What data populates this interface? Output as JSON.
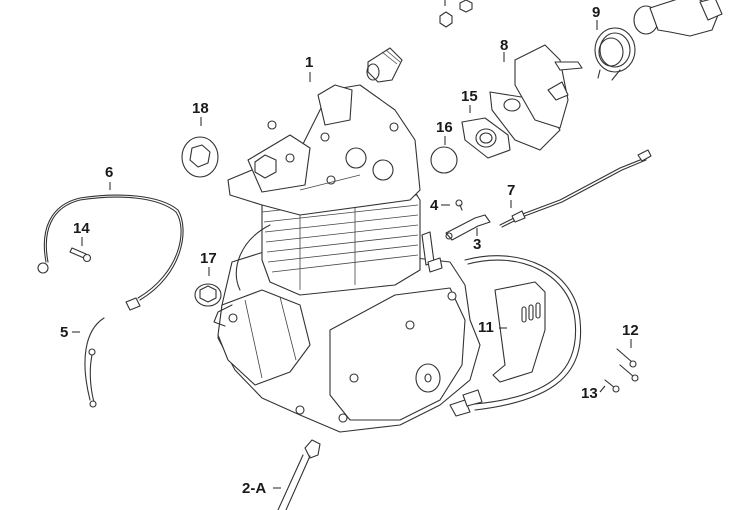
{
  "diagram": {
    "title": "Engine exploded parts diagram",
    "callouts": [
      {
        "id": "1",
        "label": "1",
        "part": "engine-assembly"
      },
      {
        "id": "2A",
        "label": "2-A",
        "part": "kick-start-lever"
      },
      {
        "id": "3",
        "label": "3",
        "part": "bracket"
      },
      {
        "id": "4",
        "label": "4",
        "part": "bolt"
      },
      {
        "id": "5",
        "label": "5",
        "part": "ground-wire"
      },
      {
        "id": "6",
        "label": "6",
        "part": "battery-cable"
      },
      {
        "id": "7",
        "label": "7",
        "part": "clutch-cable"
      },
      {
        "id": "8",
        "label": "8",
        "part": "carburetor"
      },
      {
        "id": "9",
        "label": "9",
        "part": "intake-boot"
      },
      {
        "id": "11",
        "label": "11",
        "part": "sprocket-cover"
      },
      {
        "id": "12",
        "label": "12",
        "part": "bolt"
      },
      {
        "id": "13",
        "label": "13",
        "part": "bolt"
      },
      {
        "id": "14",
        "label": "14",
        "part": "bolt"
      },
      {
        "id": "15",
        "label": "15",
        "part": "insulator"
      },
      {
        "id": "16",
        "label": "16",
        "part": "o-ring"
      },
      {
        "id": "17",
        "label": "17",
        "part": "oil-filler-cap"
      },
      {
        "id": "18",
        "label": "18",
        "part": "tappet-cap"
      }
    ]
  }
}
